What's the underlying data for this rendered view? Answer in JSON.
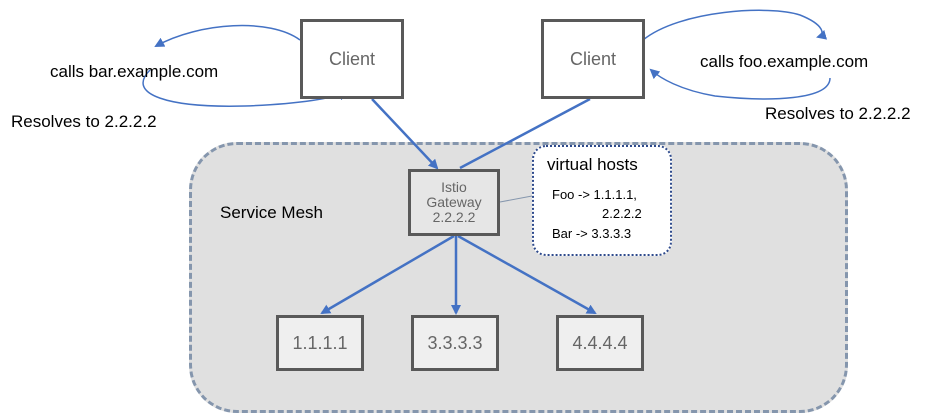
{
  "mesh": {
    "label": "Service Mesh"
  },
  "clients": [
    {
      "box_label": "Client",
      "call_text": "calls bar.example.com",
      "resolve_text": "Resolves to 2.2.2.2"
    },
    {
      "box_label": "Client",
      "call_text": "calls foo.example.com",
      "resolve_text": "Resolves to 2.2.2.2"
    }
  ],
  "gateway": {
    "lines": [
      "Istio",
      "Gateway",
      "2.2.2.2"
    ]
  },
  "virtual_hosts": {
    "title": "virtual hosts",
    "entries": [
      {
        "text": "Foo -> 1.1.1.1,"
      },
      {
        "text": "2.2.2.2"
      },
      {
        "text": "Bar ->  3.3.3.3"
      }
    ]
  },
  "backends": [
    {
      "label": "1.1.1.1"
    },
    {
      "label": "3.3.3.3"
    },
    {
      "label": "4.4.4.4"
    }
  ],
  "colors": {
    "arrow": "#4472c4",
    "mesh_fill": "#e0e0e0",
    "mesh_border": "#8596ad",
    "box_border": "#595959",
    "vhost_border": "#2e4a8c"
  }
}
